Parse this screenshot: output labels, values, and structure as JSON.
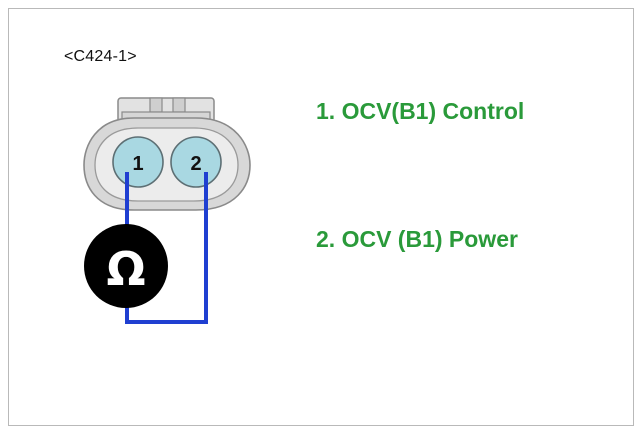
{
  "connector": {
    "id": "<C424-1>",
    "pins": [
      {
        "number": "1",
        "label": "1. OCV(B1) Control"
      },
      {
        "number": "2",
        "label": "2. OCV (B1) Power"
      }
    ]
  },
  "meter": {
    "symbol": "Ω",
    "icon": "ohmmeter-icon"
  },
  "colors": {
    "label_green": "#2a9a3a",
    "wire_blue": "#1f3fd1",
    "pin_fill": "#a9d8e2",
    "connector_gray": "#d8d8d8",
    "meter_black": "#000000"
  }
}
